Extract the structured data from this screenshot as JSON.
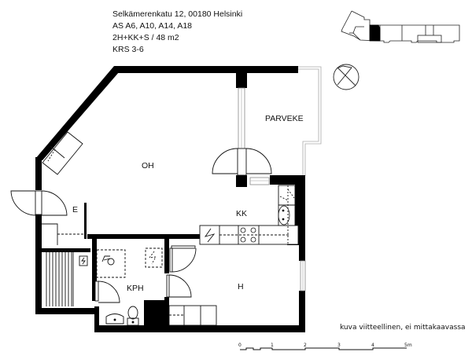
{
  "header": {
    "address": "Selkämerenkatu 12, 00180 Helsinki",
    "apartments": "AS A6, A10, A14, A18",
    "layout": "2H+KK+S / 48 m2",
    "floors": "KRS 3-6"
  },
  "rooms": {
    "living_room": "OH",
    "balcony": "PARVEKE",
    "kitchenette": "KK",
    "entrance": "E",
    "bathroom": "KPH",
    "bedroom": "H"
  },
  "icons": {
    "compass": "north-arrow-icon",
    "key_plan": "building-key-plan",
    "stove": "stove-icon",
    "sink": "sink-icon",
    "toilet": "toilet-icon",
    "washbasin": "washbasin-icon",
    "washing_machine": "washing-machine-icon",
    "electric_panel": "electric-panel-icon"
  },
  "footer": {
    "disclaimer": "kuva viitteellinen, ei mittakaavassa",
    "scale": {
      "ticks": [
        "0",
        "1",
        "2",
        "3",
        "4",
        "5m"
      ]
    }
  },
  "colors": {
    "wall": "#000000",
    "line": "#111111",
    "window": "#bbbbbb",
    "background": "#ffffff"
  }
}
